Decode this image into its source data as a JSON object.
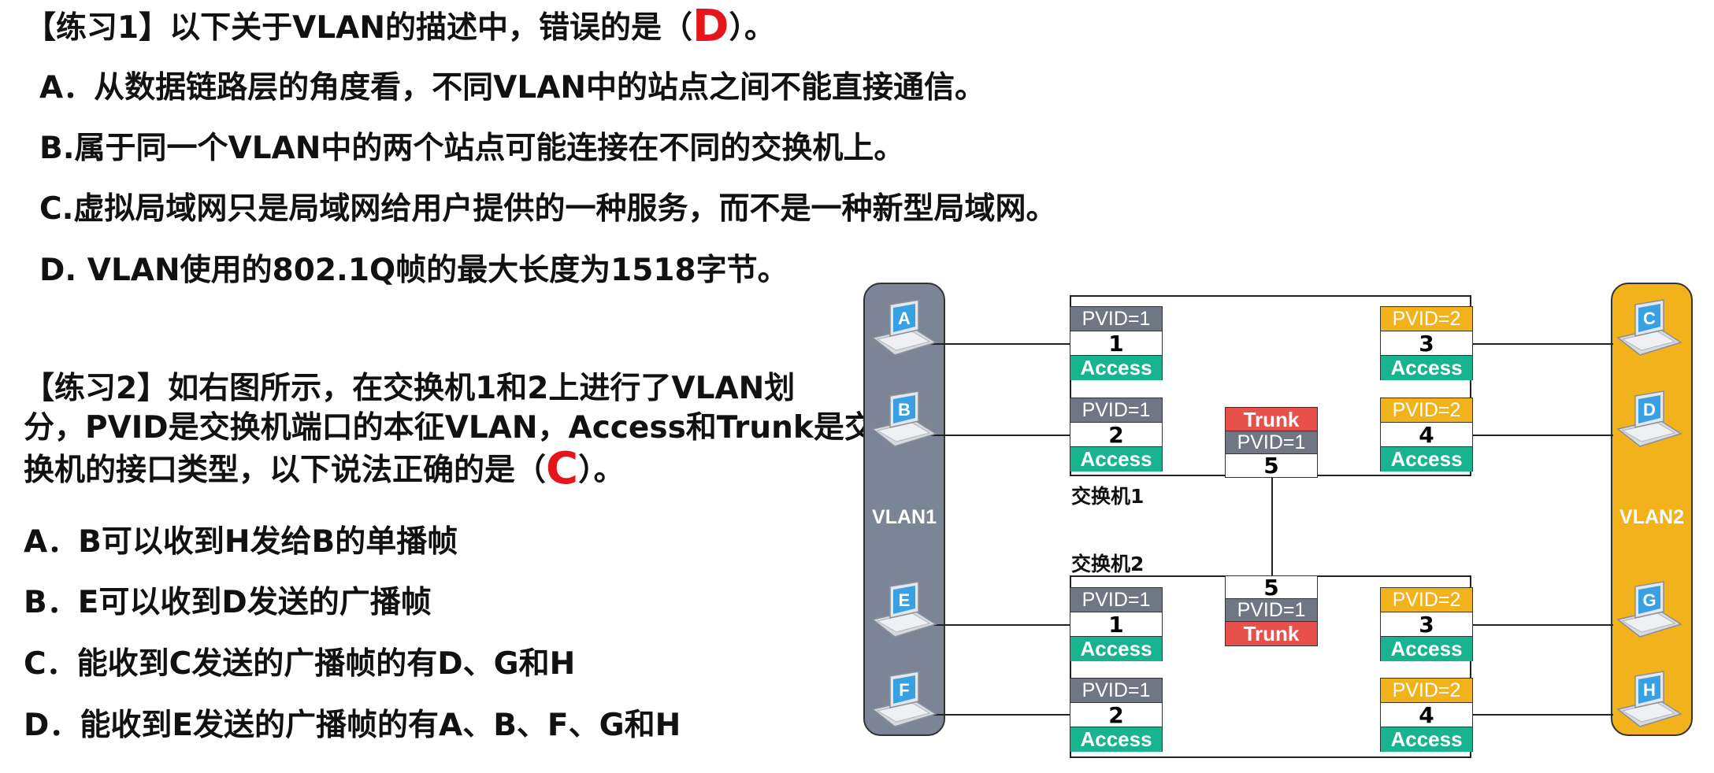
{
  "q1": {
    "stem_prefix": "【练习1】以下关于VLAN的描述中，错误的是（",
    "answer": "D",
    "stem_suffix": "）。",
    "options": [
      "A．从数据链路层的角度看，不同VLAN中的站点之间不能直接通信。",
      "B.属于同一个VLAN中的两个站点可能连接在不同的交换机上。",
      "C.虚拟局域网只是局域网给用户提供的一种服务，而不是一种新型局域网。",
      "D. VLAN使用的802.1Q帧的最大长度为1518字节。"
    ]
  },
  "q2": {
    "stem_line1": "【练习2】如右图所示，在交换机1和2上进行了VLAN划",
    "stem_line2": "分，PVID是交换机端口的本征VLAN，Access和Trunk是交",
    "stem_line3_prefix": "换机的接口类型，以下说法正确的是（",
    "answer": "C",
    "stem_suffix": "）。",
    "options": [
      "A．B可以收到H发给B的单播帧",
      "B．E可以收到D发送的广播帧",
      "C．能收到C发送的广播帧的有D、G和H",
      "D．能收到E发送的广播帧的有A、B、F、G和H"
    ]
  },
  "diagram": {
    "vlan_left": {
      "label": "VLAN1",
      "color": "#7b8596"
    },
    "vlan_right": {
      "label": "VLAN2",
      "color": "#f2b21c"
    },
    "switch1_label": "交换机1",
    "switch2_label": "交换机2",
    "hosts_left": [
      "A",
      "B",
      "E",
      "F"
    ],
    "hosts_right": [
      "C",
      "D",
      "G",
      "H"
    ],
    "switch1": {
      "left_ports": [
        {
          "pvid": "PVID=1",
          "num": "1",
          "mode": "Access"
        },
        {
          "pvid": "PVID=1",
          "num": "2",
          "mode": "Access"
        }
      ],
      "right_ports": [
        {
          "pvid": "PVID=2",
          "num": "3",
          "mode": "Access"
        },
        {
          "pvid": "PVID=2",
          "num": "4",
          "mode": "Access"
        }
      ],
      "trunk_port": {
        "mode": "Trunk",
        "pvid": "PVID=1",
        "num": "5"
      }
    },
    "switch2": {
      "left_ports": [
        {
          "pvid": "PVID=1",
          "num": "1",
          "mode": "Access"
        },
        {
          "pvid": "PVID=1",
          "num": "2",
          "mode": "Access"
        }
      ],
      "right_ports": [
        {
          "pvid": "PVID=2",
          "num": "3",
          "mode": "Access"
        },
        {
          "pvid": "PVID=2",
          "num": "4",
          "mode": "Access"
        }
      ],
      "trunk_port": {
        "num": "5",
        "pvid": "PVID=1",
        "mode": "Trunk"
      }
    },
    "colors": {
      "access": "#18b38f",
      "trunk": "#e8504b",
      "pvid1": "#6f7784",
      "pvid2": "#f2b21c",
      "host_screen": "#3aa0e4"
    }
  }
}
